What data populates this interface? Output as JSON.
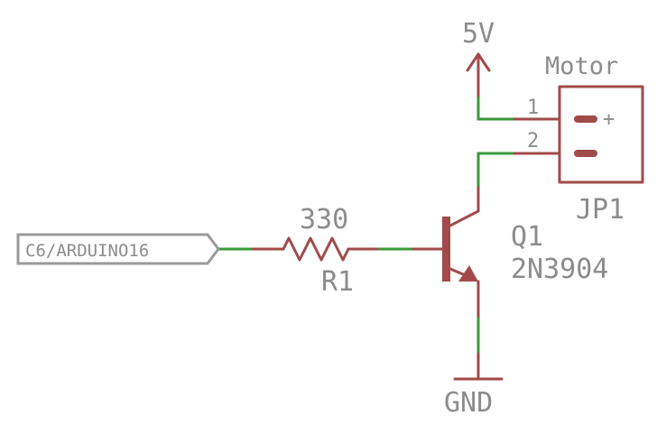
{
  "power": {
    "label": "5V"
  },
  "ground": {
    "label": "GND"
  },
  "connector": {
    "ref": "JP1",
    "name": "Motor",
    "pins": [
      "1",
      "2"
    ],
    "plus_mark": "+"
  },
  "resistor": {
    "ref": "R1",
    "value": "330"
  },
  "transistor": {
    "ref": "Q1",
    "part": "2N3904"
  },
  "net_label": {
    "text": "C6/ARDUINO16"
  },
  "colors": {
    "wire": "#3a9a3a",
    "component": "#a24a4a",
    "text": "#8c8c8c",
    "background": "#ffffff"
  }
}
